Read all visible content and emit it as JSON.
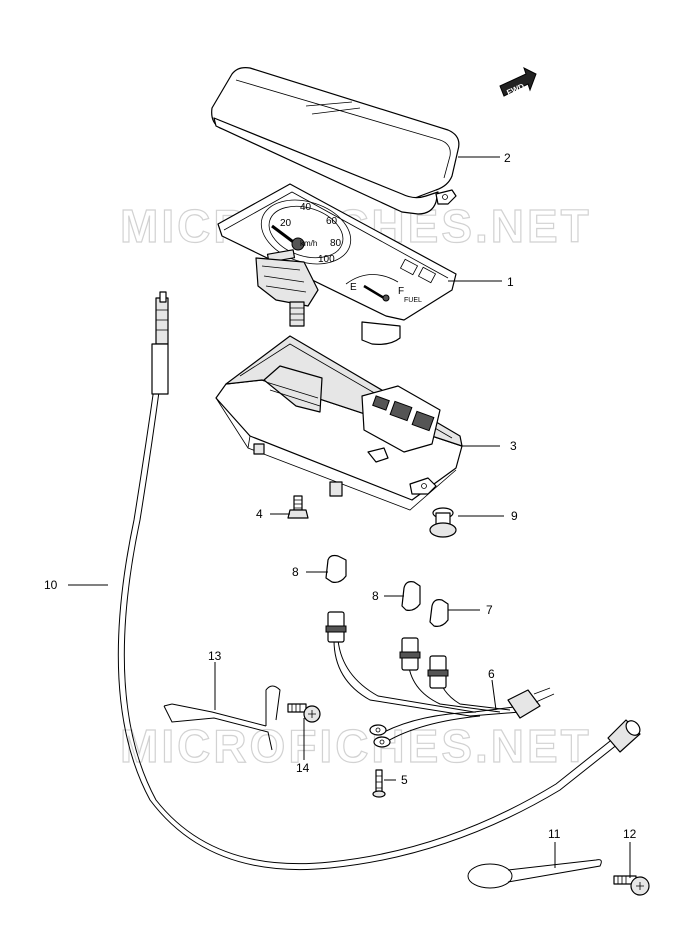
{
  "watermark": "MICROFICHES.NET",
  "direction_badge": "FWD",
  "dial_text": {
    "speed_marks": [
      "20",
      "40",
      "60",
      "80",
      "100"
    ],
    "unit": "km/h",
    "fuel_empty": "E",
    "fuel_full": "F",
    "fuel_label": "FUEL"
  },
  "callouts": [
    {
      "id": "2",
      "part": "meter-cover"
    },
    {
      "id": "1",
      "part": "meter-assembly"
    },
    {
      "id": "3",
      "part": "meter-case"
    },
    {
      "id": "4",
      "part": "screw-4"
    },
    {
      "id": "9",
      "part": "cushion-9"
    },
    {
      "id": "8",
      "part": "bulb-socket-cap-8a"
    },
    {
      "id": "8",
      "part": "bulb-socket-cap-8b"
    },
    {
      "id": "7",
      "part": "bulb-socket-cap-7"
    },
    {
      "id": "6",
      "part": "wiring-harness"
    },
    {
      "id": "10",
      "part": "speedometer-cable"
    },
    {
      "id": "13",
      "part": "cable-bracket"
    },
    {
      "id": "14",
      "part": "screw-14"
    },
    {
      "id": "5",
      "part": "screw-5"
    },
    {
      "id": "11",
      "part": "cable-clamp"
    },
    {
      "id": "12",
      "part": "screw-12"
    }
  ]
}
